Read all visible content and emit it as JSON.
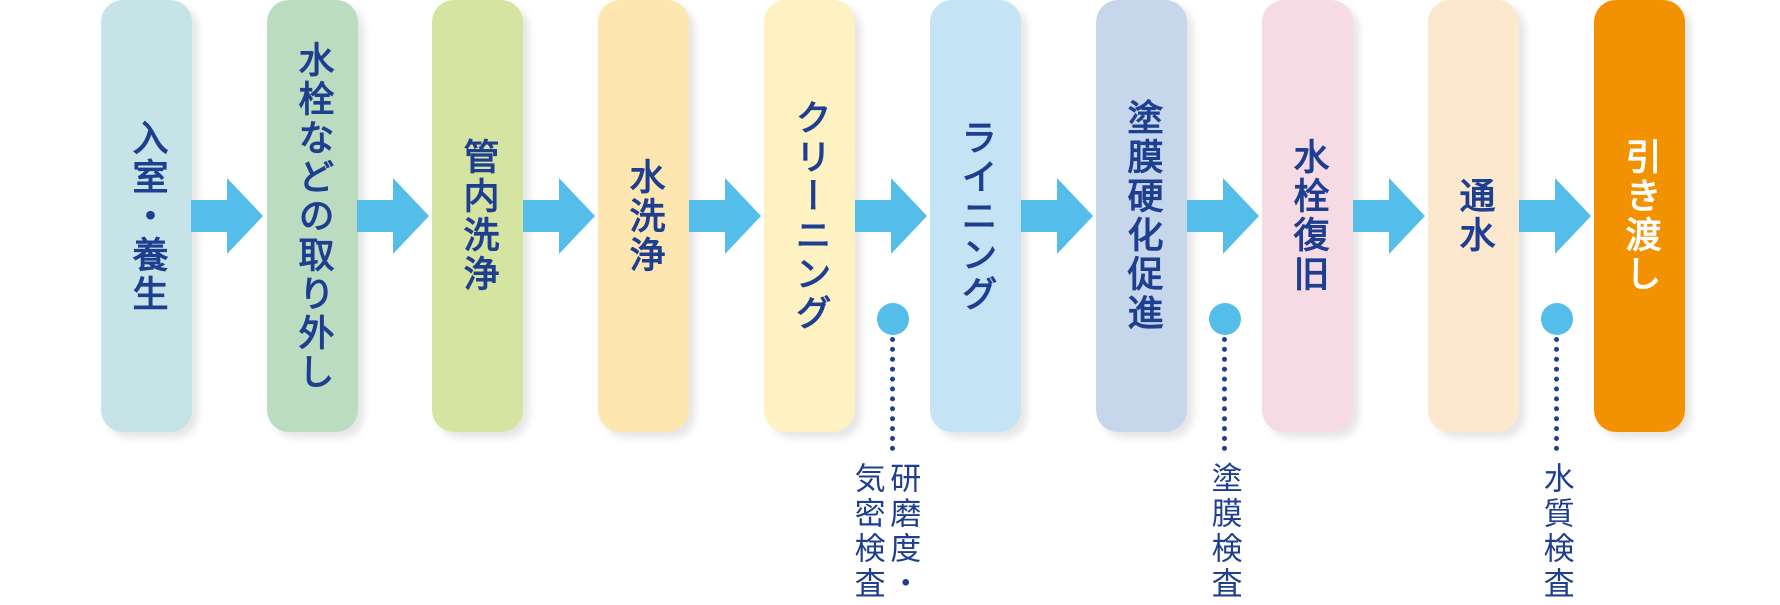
{
  "steps": [
    {
      "label": "入室・養生",
      "bg": "#c6e3e8",
      "color": "#1e3f90"
    },
    {
      "label": "水栓などの取り外し",
      "bg": "#bcdcc2",
      "color": "#1e3f90"
    },
    {
      "label": "管内洗浄",
      "bg": "#d5e4a1",
      "color": "#1e3f90"
    },
    {
      "label": "水洗浄",
      "bg": "#fde6b0",
      "color": "#1e3f90"
    },
    {
      "label": "クリーニング",
      "bg": "#fef1c2",
      "color": "#1e3f90"
    },
    {
      "label": "ライニング",
      "bg": "#c4e3f5",
      "color": "#1e3f90"
    },
    {
      "label": "塗膜硬化促進",
      "bg": "#c6d7ec",
      "color": "#1e3f90"
    },
    {
      "label": "水栓復旧",
      "bg": "#f6dbe5",
      "color": "#1e3f90"
    },
    {
      "label": "通水",
      "bg": "#fbe8cf",
      "color": "#1e3f90"
    },
    {
      "label": "引き渡し",
      "bg": "#f39200",
      "color": "#ffffff"
    }
  ],
  "checks": [
    {
      "label": "研磨度・気密検査"
    },
    {
      "label": "塗膜検査"
    },
    {
      "label": "水質検査"
    }
  ],
  "colors": {
    "arrow": "#55bdea",
    "dot": "#55bdea",
    "text": "#1e3f90",
    "dotted_line": "#1e3f90"
  }
}
